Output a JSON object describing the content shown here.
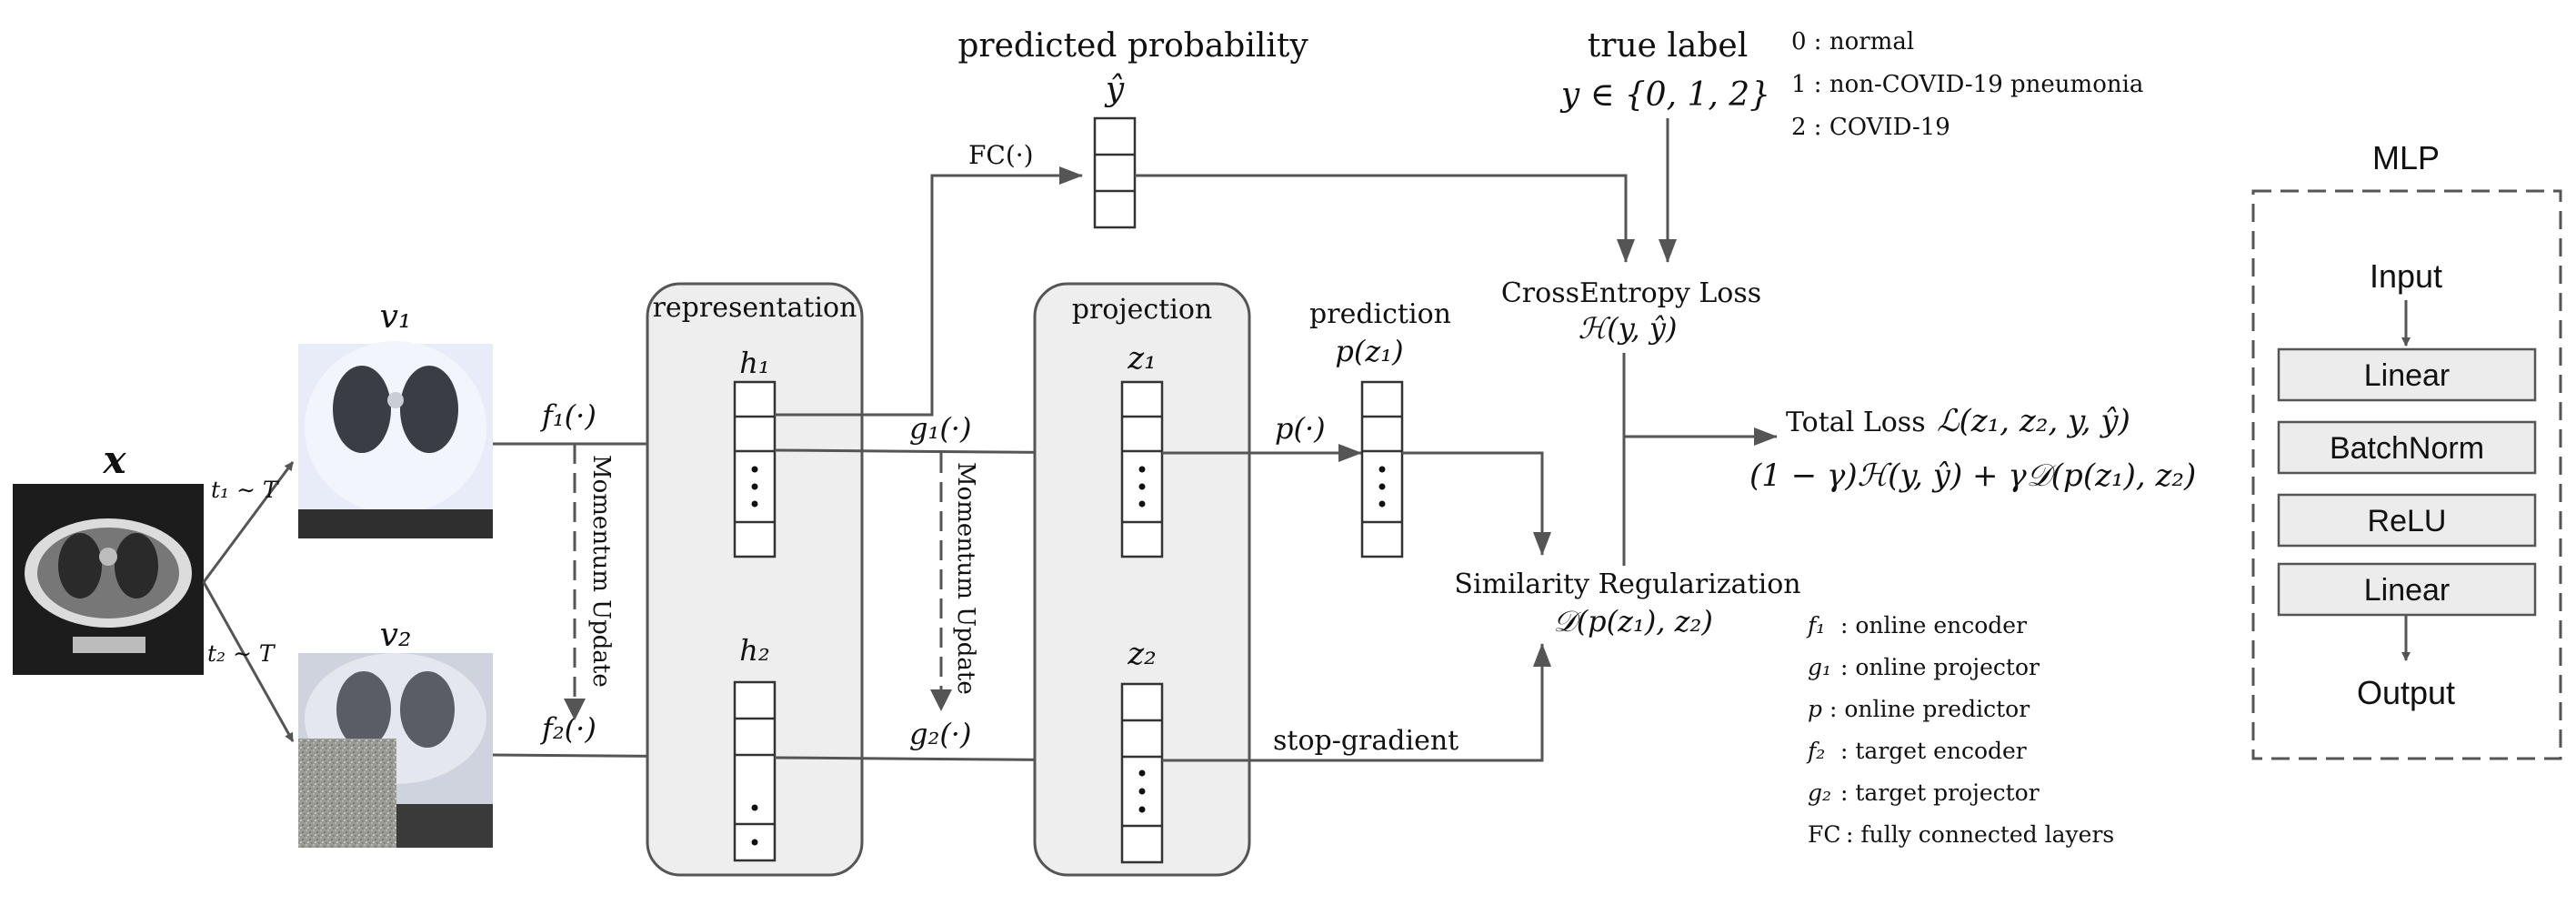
{
  "title": {
    "predicted_probability": "predicted probability",
    "y_hat": "ŷ",
    "true_label": "true label",
    "y_set": "y ∈ {0, 1, 2}"
  },
  "classes": [
    "0 : normal",
    "1 : non-COVID-19 pneumonia",
    "2 : COVID-19"
  ],
  "input": {
    "x": "x",
    "v1": "v₁",
    "v2": "v₂",
    "t1": "t₁ ∼ T",
    "t2": "t₂ ∼ T"
  },
  "functions": {
    "f1": "f₁(·)",
    "f2": "f₂(·)",
    "g1": "g₁(·)",
    "g2": "g₂(·)",
    "p": "p(·)",
    "fc": "FC(·)",
    "momentum": "Momentum Update"
  },
  "panels": {
    "representation": "representation",
    "h1": "h₁",
    "h2": "h₂",
    "projection": "projection",
    "z1": "z₁",
    "z2": "z₂",
    "prediction": "prediction",
    "pz1": "p(z₁)"
  },
  "losses": {
    "ce_title": "CrossEntropy Loss",
    "ce_formula": "ℋ(y, ŷ)",
    "sim_title": "Similarity Regularization",
    "sim_formula": "𝒟(p(z₁), z₂)",
    "stop_gradient": "stop-gradient",
    "total_title": "Total Loss",
    "total_formula": "ℒ(z₁, z₂, y, ŷ)",
    "total_expansion": "(1 − γ)ℋ(y, ŷ) + γ𝒟(p(z₁), z₂)"
  },
  "legend": [
    {
      "sym": "f₁",
      "desc": ": online encoder"
    },
    {
      "sym": "g₁",
      "desc": ": online projector"
    },
    {
      "sym": "p",
      "desc": ": online predictor"
    },
    {
      "sym": "f₂",
      "desc": ": target encoder"
    },
    {
      "sym": "g₂",
      "desc": ": target projector"
    },
    {
      "sym": "FC",
      "desc": ": fully connected layers"
    }
  ],
  "mlp": {
    "title": "MLP",
    "input": "Input",
    "layers": [
      "Linear",
      "BatchNorm",
      "ReLU",
      "Linear"
    ],
    "output": "Output"
  }
}
